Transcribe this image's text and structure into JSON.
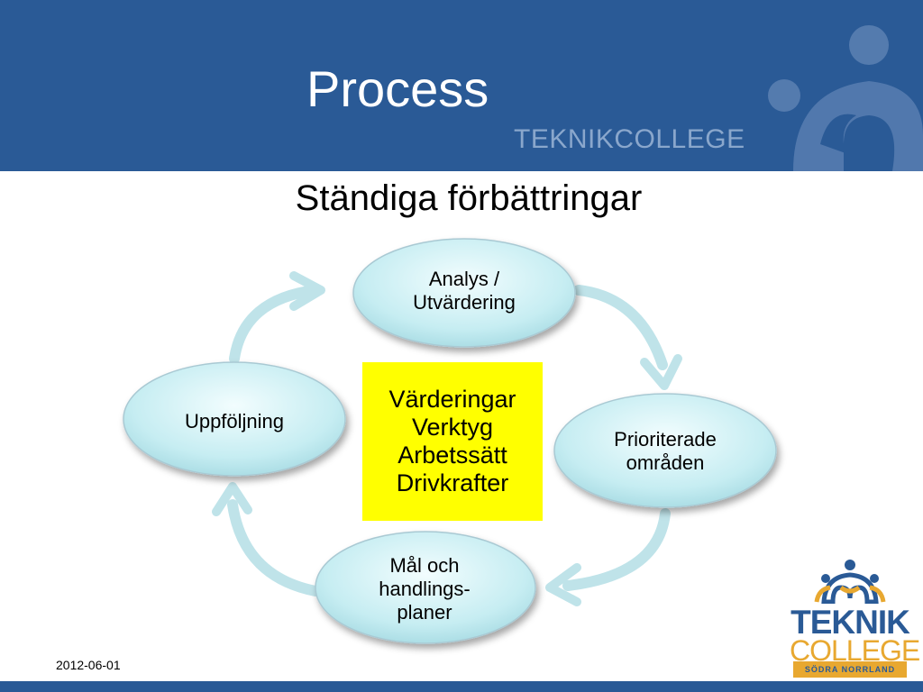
{
  "header": {
    "title": "Process",
    "brand": "TEKNIKCOLLEGE"
  },
  "subtitle": "Ständiga förbättringar",
  "nodes": {
    "analys": "Analys / Utvärdering",
    "prioriterade": "Prioriterade områden",
    "mal": "Mål och handlings-planer",
    "uppfoljning": "Uppföljning"
  },
  "center": {
    "lines": [
      "Värderingar",
      "Verktyg",
      "Arbetssätt",
      "Drivkrafter"
    ]
  },
  "footer": {
    "date": "2012-06-01"
  },
  "logo": {
    "line1": "TEKNIK",
    "line2": "COLLEGE",
    "band": "SÖDRA NORRLAND"
  },
  "colors": {
    "header_bg": "#2a5a96",
    "center_bg": "#ffff00",
    "node_fill": "#c9eef2",
    "arrow": "#bfe3e9",
    "logo_blue": "#2a5a96",
    "logo_gold": "#e8a830"
  }
}
